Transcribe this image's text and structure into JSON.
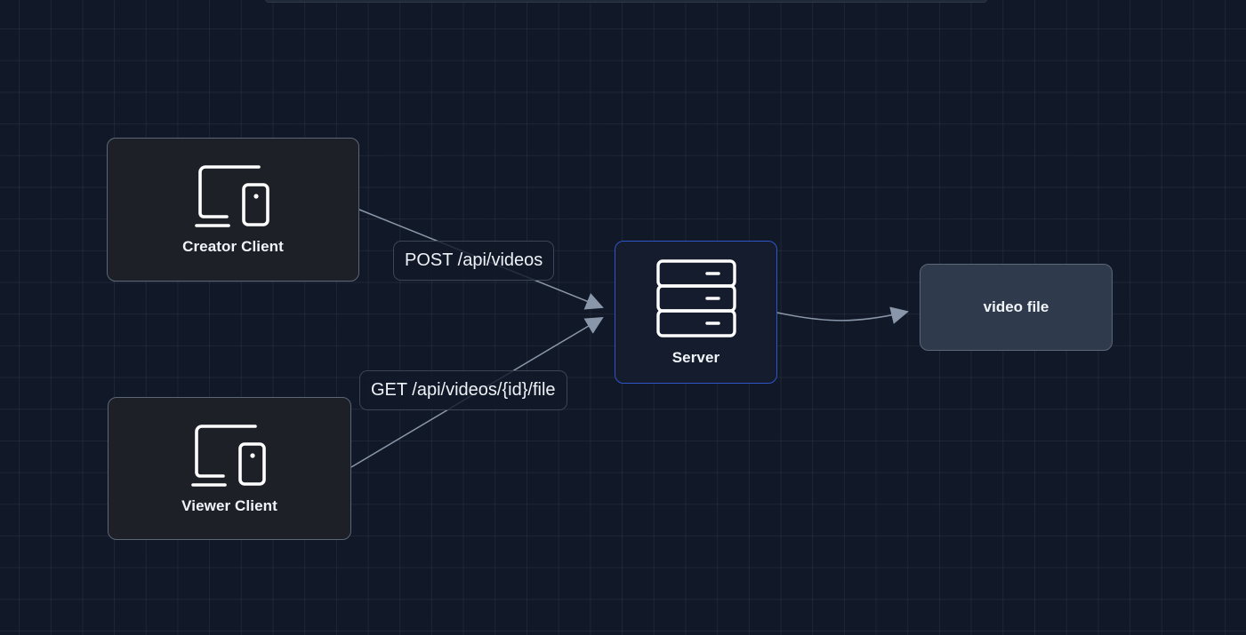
{
  "diagram": {
    "theme": {
      "background": "#111827",
      "edge_color": "#8a97ab",
      "server_border": "#2f55c8",
      "client_fill": "#1d2027",
      "store_fill": "#2f3a4c"
    },
    "nodes": [
      {
        "id": "creator",
        "label": "Creator Client",
        "icon": "devices-icon",
        "type": "client"
      },
      {
        "id": "viewer",
        "label": "Viewer Client",
        "icon": "devices-icon",
        "type": "client"
      },
      {
        "id": "server",
        "label": "Server",
        "icon": "server-icon",
        "type": "server",
        "selected": true
      },
      {
        "id": "video",
        "label": "video file",
        "type": "storage"
      }
    ],
    "edges": [
      {
        "from": "creator",
        "to": "server",
        "label": "POST /api/videos"
      },
      {
        "from": "viewer",
        "to": "server",
        "label": "GET /api/videos/{id}/file"
      },
      {
        "from": "server",
        "to": "video",
        "label": ""
      }
    ]
  }
}
